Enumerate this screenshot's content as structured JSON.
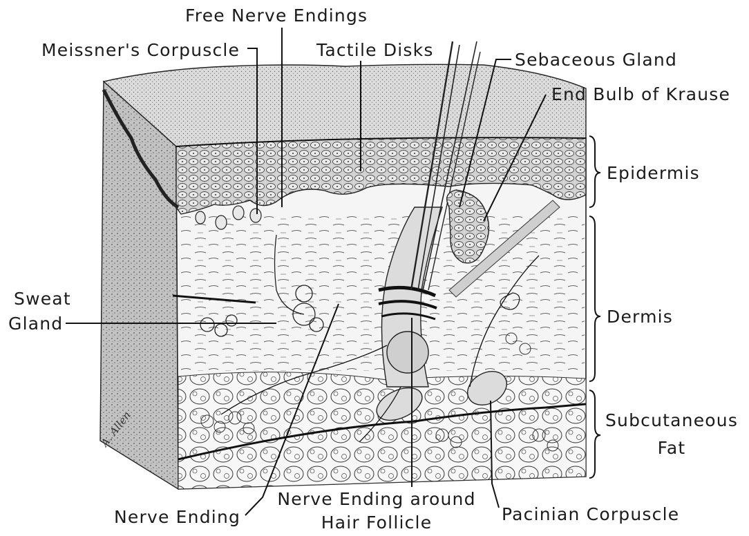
{
  "labels": {
    "free_nerve_endings": "Free Nerve Endings",
    "meissners_corpuscle": "Meissner's Corpuscle",
    "tactile_disks": "Tactile Disks",
    "sebaceous_gland": "Sebaceous Gland",
    "end_bulb_of_krause": "End Bulb of Krause",
    "epidermis": "Epidermis",
    "dermis": "Dermis",
    "subcutaneous_fat_line1": "Subcutaneous",
    "subcutaneous_fat_line2": "Fat",
    "sweat_gland_line1": "Sweat",
    "sweat_gland_line2": "Gland",
    "nerve_ending": "Nerve Ending",
    "nerve_ending_hair_follicle_line1": "Nerve Ending around",
    "nerve_ending_hair_follicle_line2": "Hair Follicle",
    "pacinian_corpuscle": "Pacinian Corpuscle"
  },
  "signature": "A. Allen",
  "colors": {
    "ink": "#1b1b1b",
    "paper": "#ffffff",
    "top_surface": "#d9d9d9",
    "epidermis_fill": "#c9c9c9",
    "side_face": "#b4b4b4",
    "dermis_fill": "#f4f4f4"
  }
}
